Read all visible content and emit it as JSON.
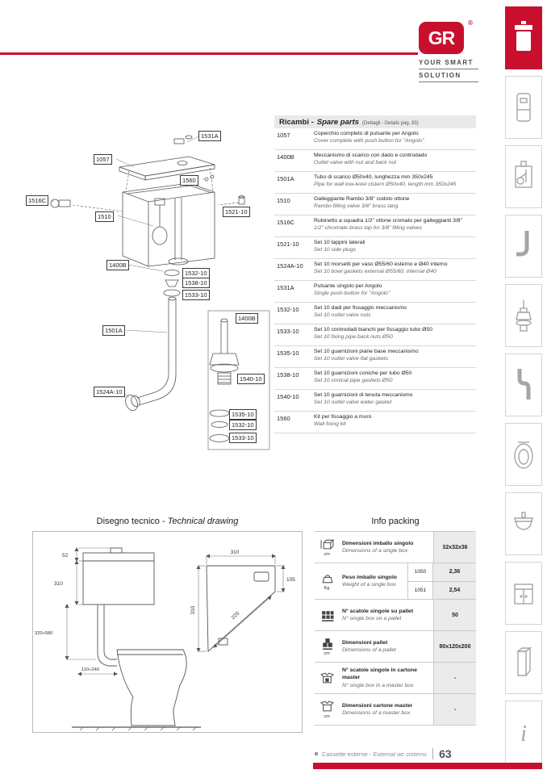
{
  "brand": {
    "logo": "GR",
    "registered": "®",
    "tagline1": "YOUR SMART",
    "tagline2": "SOLUTION",
    "accent_color": "#c8102e"
  },
  "sidebar": {
    "icons": [
      "external-cistern",
      "concealed-cistern",
      "filling-mechanism",
      "flush-pipe",
      "outlet-valve",
      "siphon",
      "toilet-seat",
      "sink",
      "bathroom-furniture",
      "column",
      "info"
    ],
    "info_glyph": "i"
  },
  "spare_parts": {
    "title": "Ricambi -",
    "title_en": "Spare parts",
    "note": "(Dettagli - Details pag. 83)",
    "rows": [
      {
        "code": "1057",
        "it": "Coperchio completo di pulsante per Angolo",
        "en": "Cover complete with push button for \"Angolo\""
      },
      {
        "code": "1400B",
        "it": "Meccanismo di scarico con dado e controdado",
        "en": "Outlet valve with nut and back nut"
      },
      {
        "code": "1501A",
        "it": "Tubo di scarico Ø50x40, lunghezza mm 350x245",
        "en": "Pipe for wall low-level cistern Ø50x40, length mm 350x245"
      },
      {
        "code": "1510",
        "it": "Galleggiante Rambo 3/8\" codolo ottone",
        "en": "Rambo filling valve 3/8\" brass tang"
      },
      {
        "code": "1516C",
        "it": "Rubinetto a squadra 1/2\" ottone cromato per galleggianti 3/8\"",
        "en": "1/2\" chromate brass tap for 3/8\" filling valves"
      },
      {
        "code": "1521-10",
        "it": "Set 10 tappini laterali",
        "en": "Set 10 side plugs"
      },
      {
        "code": "1524A-10",
        "it": "Set 10 morsetti per vaso Ø55/60 esterno e Ø40 interno",
        "en": "Set 10 bowl gaskets external Ø55/60, internal Ø40"
      },
      {
        "code": "1531A",
        "it": "Pulsante singolo per Angolo",
        "en": "Single push-button for \"Angolo\""
      },
      {
        "code": "1532-10",
        "it": "Set 10 dadi per fissaggio meccanismo",
        "en": "Set 10 outlet valve nuts"
      },
      {
        "code": "1533-10",
        "it": "Set 10 controdadi bianchi per fissaggio tubo Ø50",
        "en": "Set 10 fixing pipe back nuts Ø50"
      },
      {
        "code": "1535-10",
        "it": "Set 10 guarnizioni piane base meccanismo",
        "en": "Set 10 outlet valve flat gaskets"
      },
      {
        "code": "1538-10",
        "it": "Set 10 guarnizioni coniche per tubo Ø50",
        "en": "Set 10 conical pipe gaskets Ø50"
      },
      {
        "code": "1540-10",
        "it": "Set 10 guarnizioni di tenuta meccanismo",
        "en": "Set 10 outlet valve water gasket"
      },
      {
        "code": "1560",
        "it": "Kit per fissaggio a muro",
        "en": "Wall fixing kit"
      }
    ]
  },
  "diagram": {
    "labels": [
      "1531A",
      "1057",
      "1560",
      "1516C",
      "1510",
      "1521-10",
      "1400B",
      "1532-10",
      "1538-10",
      "1533-10",
      "1501A",
      "1400B",
      "1540-10",
      "1524A-10",
      "1535-10",
      "1532-10",
      "1533-10"
    ]
  },
  "technical_drawing": {
    "title": "Disegno tecnico -",
    "title_en": "Technical drawing",
    "dims": {
      "cistern_top": "52",
      "cistern_height": "310",
      "pipe_range": "320÷580",
      "pipe_horizontal": "110÷240",
      "top_width": "310",
      "right_depth": "105",
      "diagonal": "220",
      "left_height": "310"
    }
  },
  "info_packing": {
    "title": "Info packing",
    "rows": [
      {
        "unit": "cm",
        "it": "Dimensioni imballo singolo",
        "en": "Dimensions of a single box",
        "value": "32x32x36"
      },
      {
        "unit": "Kg",
        "it": "Peso imballo singolo",
        "en": "Weight of a single box",
        "sub": [
          {
            "code": "1050",
            "value": "2,36"
          },
          {
            "code": "1051",
            "value": "2,54"
          }
        ]
      },
      {
        "it": "N° scatole singole su pallet",
        "en": "N° single box on a pallet",
        "value": "50"
      },
      {
        "unit": "cm",
        "it": "Dimensioni pallet",
        "en": "Dimensions of a pallet",
        "value": "80x120x200"
      },
      {
        "it": "N° scatole singole in cartone master",
        "en": "N° single box in a master box",
        "value": "-"
      },
      {
        "unit": "cm",
        "it": "Dimensioni cartone master",
        "en": "Dimensions of a master box",
        "value": "-"
      }
    ]
  },
  "footer": {
    "caption": "Cassette esterne -",
    "caption_en": "External wc cisterns",
    "page": "63"
  }
}
